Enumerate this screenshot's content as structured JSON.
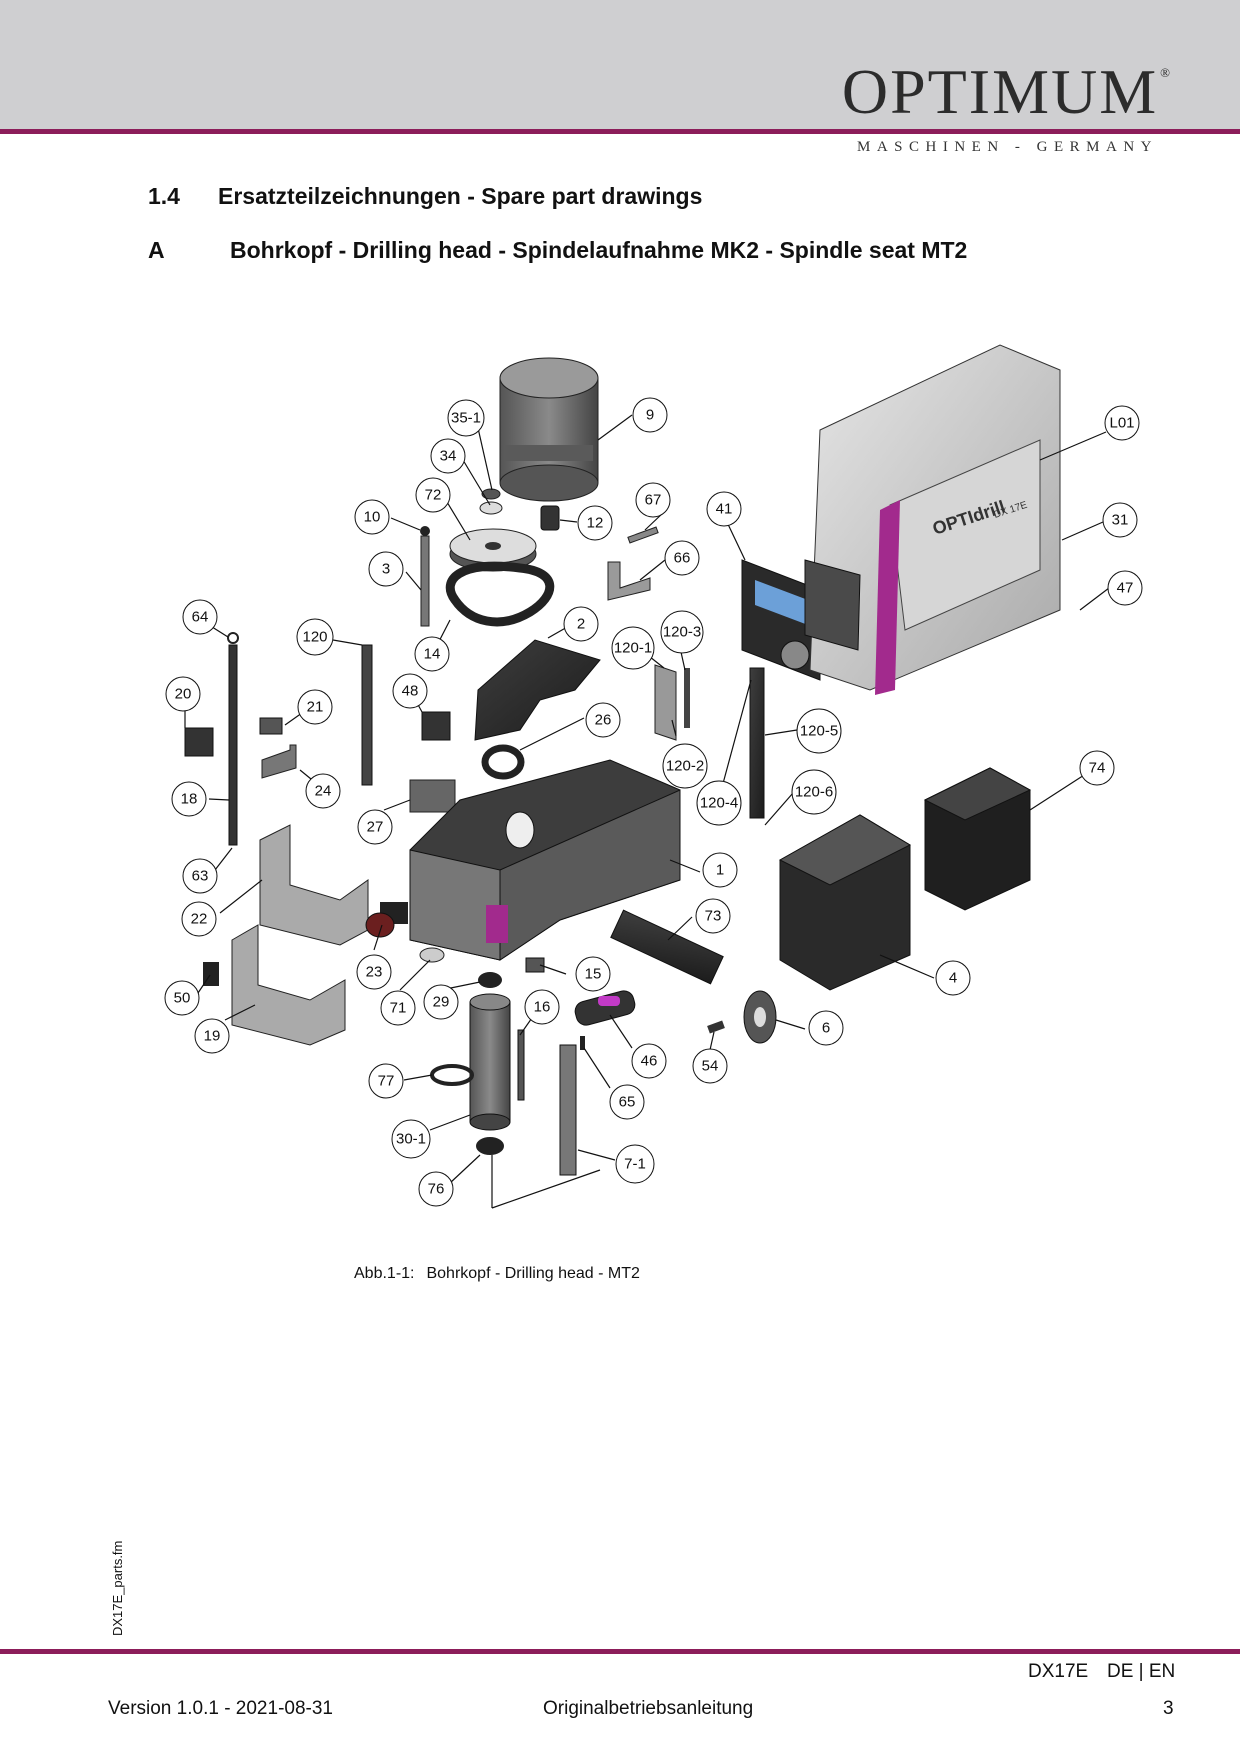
{
  "header": {
    "brand": "OPTIMUM",
    "registered": "®",
    "brand_sub": "MASCHINEN - GERMANY"
  },
  "section": {
    "number": "1.4",
    "title": "Ersatzteilzeichnungen - Spare part drawings"
  },
  "subsection": {
    "letter": "A",
    "title": "Bohrkopf - Drilling head - Spindelaufnahme MK2 - Spindle seat MT2"
  },
  "drawing": {
    "panel_brand": "OPTIdrill",
    "panel_model": "DX 17E",
    "callouts": [
      "35-1",
      "9",
      "34",
      "72",
      "67",
      "41",
      "L01",
      "10",
      "12",
      "31",
      "66",
      "3",
      "47",
      "64",
      "120",
      "2",
      "120-1",
      "120-3",
      "14",
      "20",
      "21",
      "48",
      "26",
      "120-5",
      "120-2",
      "74",
      "18",
      "24",
      "120-4",
      "120-6",
      "27",
      "1",
      "63",
      "73",
      "22",
      "23",
      "15",
      "4",
      "71",
      "29",
      "16",
      "50",
      "6",
      "19",
      "46",
      "54",
      "77",
      "65",
      "30-1",
      "7-1",
      "76"
    ]
  },
  "caption": {
    "label": "Abb.1-1:",
    "title": "Bohrkopf - Drilling head - MT2"
  },
  "side_file": "DX17E_parts.fm",
  "footer": {
    "model": "DX17E",
    "languages": "DE | EN",
    "version": "Version 1.0.1 - 2021-08-31",
    "doc_type": "Originalbetriebsanleitung",
    "page": "3"
  }
}
